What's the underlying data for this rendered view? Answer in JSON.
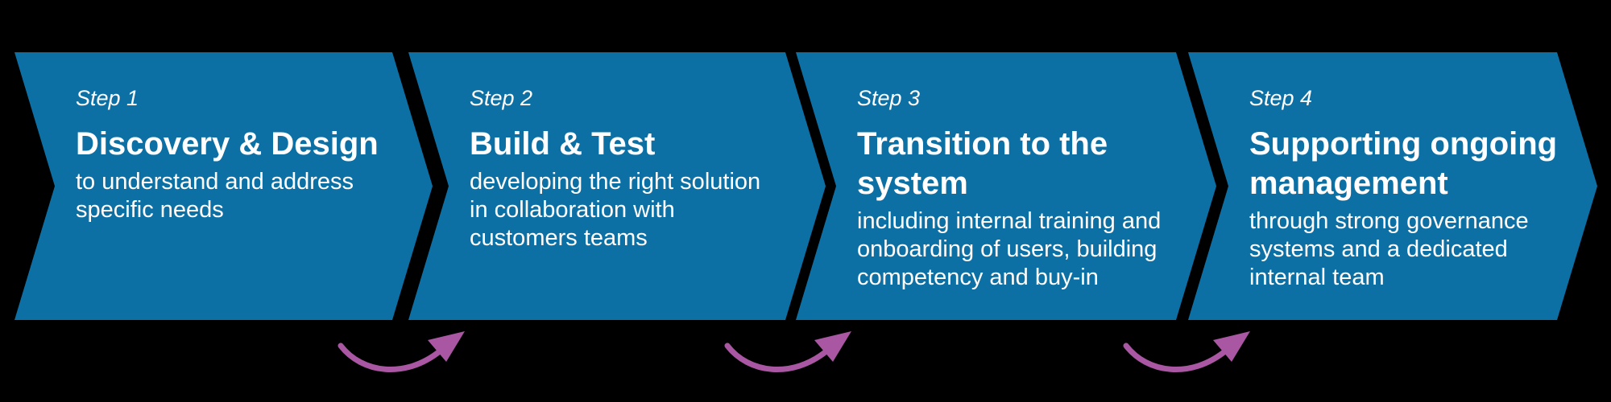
{
  "colors": {
    "background": "#000000",
    "chevron_fill": "#0D70A5",
    "arrow": "#A956A3",
    "text": "#FFFFFF"
  },
  "diagram": {
    "type": "process-flow",
    "steps": [
      {
        "label": "Step 1",
        "title_lines": [
          "Discovery & Design"
        ],
        "body_lines": [
          "to understand and address",
          "specific needs"
        ]
      },
      {
        "label": "Step 2",
        "title_lines": [
          "Build & Test"
        ],
        "body_lines": [
          "developing the right solution",
          "in collaboration with",
          "customers teams"
        ]
      },
      {
        "label": "Step 3",
        "title_lines": [
          "Transition to the",
          "system"
        ],
        "body_lines": [
          "including internal training and",
          "onboarding of users, building",
          "competency and buy-in"
        ]
      },
      {
        "label": "Step 4",
        "title_lines": [
          "Supporting ongoing",
          "management"
        ],
        "body_lines": [
          "through strong governance",
          "systems and a dedicated",
          "internal team"
        ]
      }
    ]
  }
}
